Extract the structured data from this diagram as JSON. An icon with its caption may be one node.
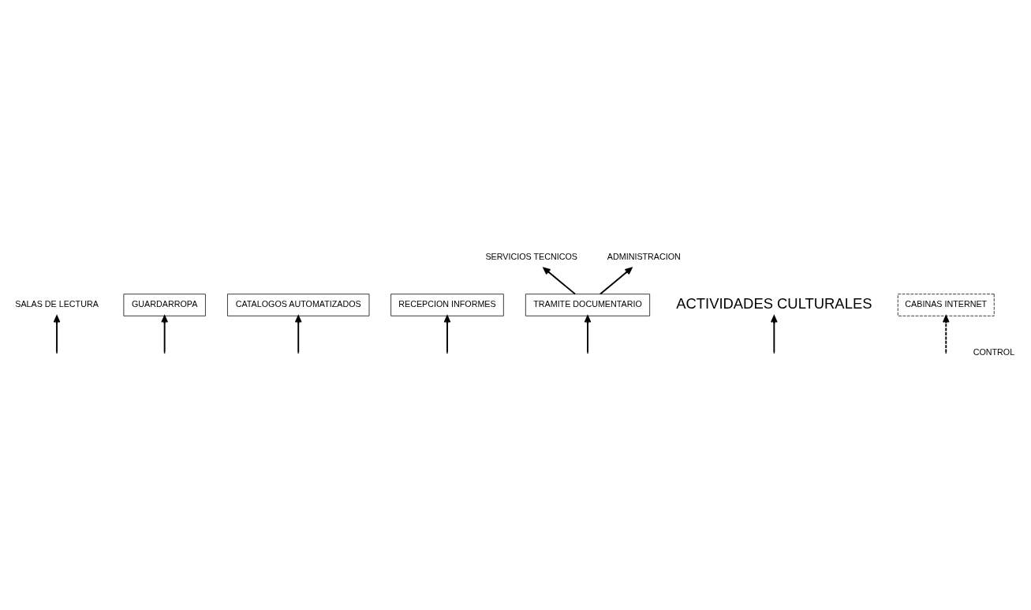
{
  "diagram": {
    "nodes": [
      {
        "text": [
          "SALAS DE LECTURA"
        ]
      },
      {
        "text": [
          "GUARDARROPA"
        ]
      },
      {
        "text": [
          "CATALOGOS AUTOMATIZADOS"
        ]
      },
      {
        "text": [
          "RECEPCION INFORMES"
        ]
      },
      {
        "text": [
          "SERVICIOS TECNICOS"
        ]
      },
      {
        "text": [
          "TRAMITE DOCUMENTARIO"
        ]
      },
      {
        "text": [
          "ADMINISTRACION"
        ]
      },
      {
        "text": [
          "ACTIVIDADES CULTURALES"
        ]
      },
      {
        "text": [
          "CABINAS INTERNET"
        ]
      }
    ],
    "edges": [
      {
        "from": null,
        "to": 3,
        "arrow": "to"
      },
      {
        "from": null,
        "to": 5,
        "arrow": "to"
      },
      {
        "from": null,
        "to": 0,
        "arrow": "to"
      },
      {
        "from": null,
        "to": 1,
        "arrow": "to"
      },
      {
        "from": null,
        "to": 2,
        "arrow": "to"
      },
      {
        "from": null,
        "to": 7,
        "arrow": "to"
      },
      {
        "from": null,
        "to": 8,
        "arrow": "to",
        "style": "dashed"
      },
      {
        "from": 5,
        "to": 4,
        "arrow": "to"
      },
      {
        "from": 5,
        "to": 6,
        "arrow": "to"
      }
    ],
    "labels": [
      "CONTROL"
    ]
  }
}
